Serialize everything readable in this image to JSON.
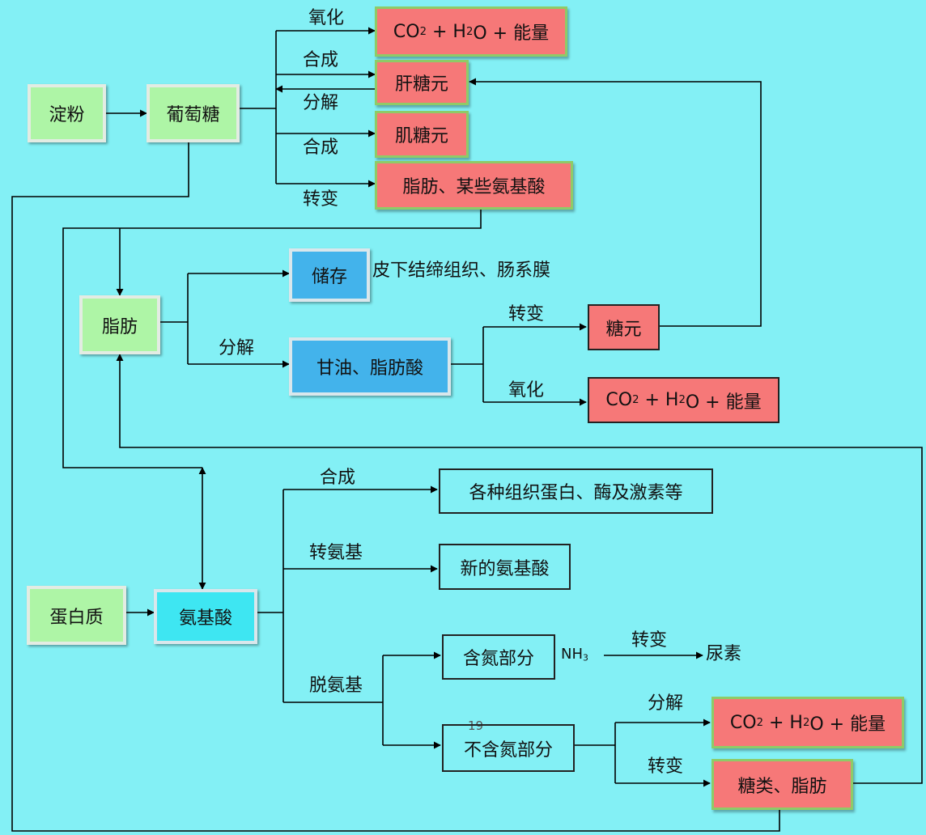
{
  "nodes": {
    "starch": "淀粉",
    "glucose": "葡萄糖",
    "co2_top": "CO₂ + H₂O + 能量",
    "liver_glycogen": "肝糖元",
    "muscle_glycogen": "肌糖元",
    "fat_some_amino": "脂肪、某些氨基酸",
    "fat": "脂肪",
    "storage": "储存",
    "glycerol_fatty_acid": "甘油、脂肪酸",
    "glycogen": "糖元",
    "co2_mid": "CO₂ + H₂O + 能量",
    "protein": "蛋白质",
    "amino_acid": "氨基酸",
    "tissue_proteins": "各种组织蛋白、酶及激素等",
    "new_amino_acid": "新的氨基酸",
    "nitrogen_part": "含氮部分",
    "non_nitrogen_part": "不含氮部分",
    "co2_bottom": "CO₂ + H₂O + 能量",
    "sugar_fat": "糖类、脂肪"
  },
  "labels": {
    "oxidize_top": "氧化",
    "synth_1": "合成",
    "decompose_1": "分解",
    "synth_2": "合成",
    "convert_1": "转变",
    "storage_sites": "皮下结缔组织、肠系膜",
    "decompose_fat": "分解",
    "convert_glycogen": "转变",
    "oxidize_mid": "氧化",
    "synth_protein": "合成",
    "transamination": "转氨基",
    "deamination": "脱氨基",
    "nh3": "NH₃",
    "convert_urea": "转变",
    "urea": "尿素",
    "decompose_bottom": "分解",
    "convert_bottom": "转变",
    "page_number": "19"
  },
  "colors": {
    "background": "#83f0f5",
    "green_node": "#aef5a6",
    "red_node": "#f67878",
    "blue_node": "#43b3eb",
    "cyan_node": "#3ee6f2"
  }
}
